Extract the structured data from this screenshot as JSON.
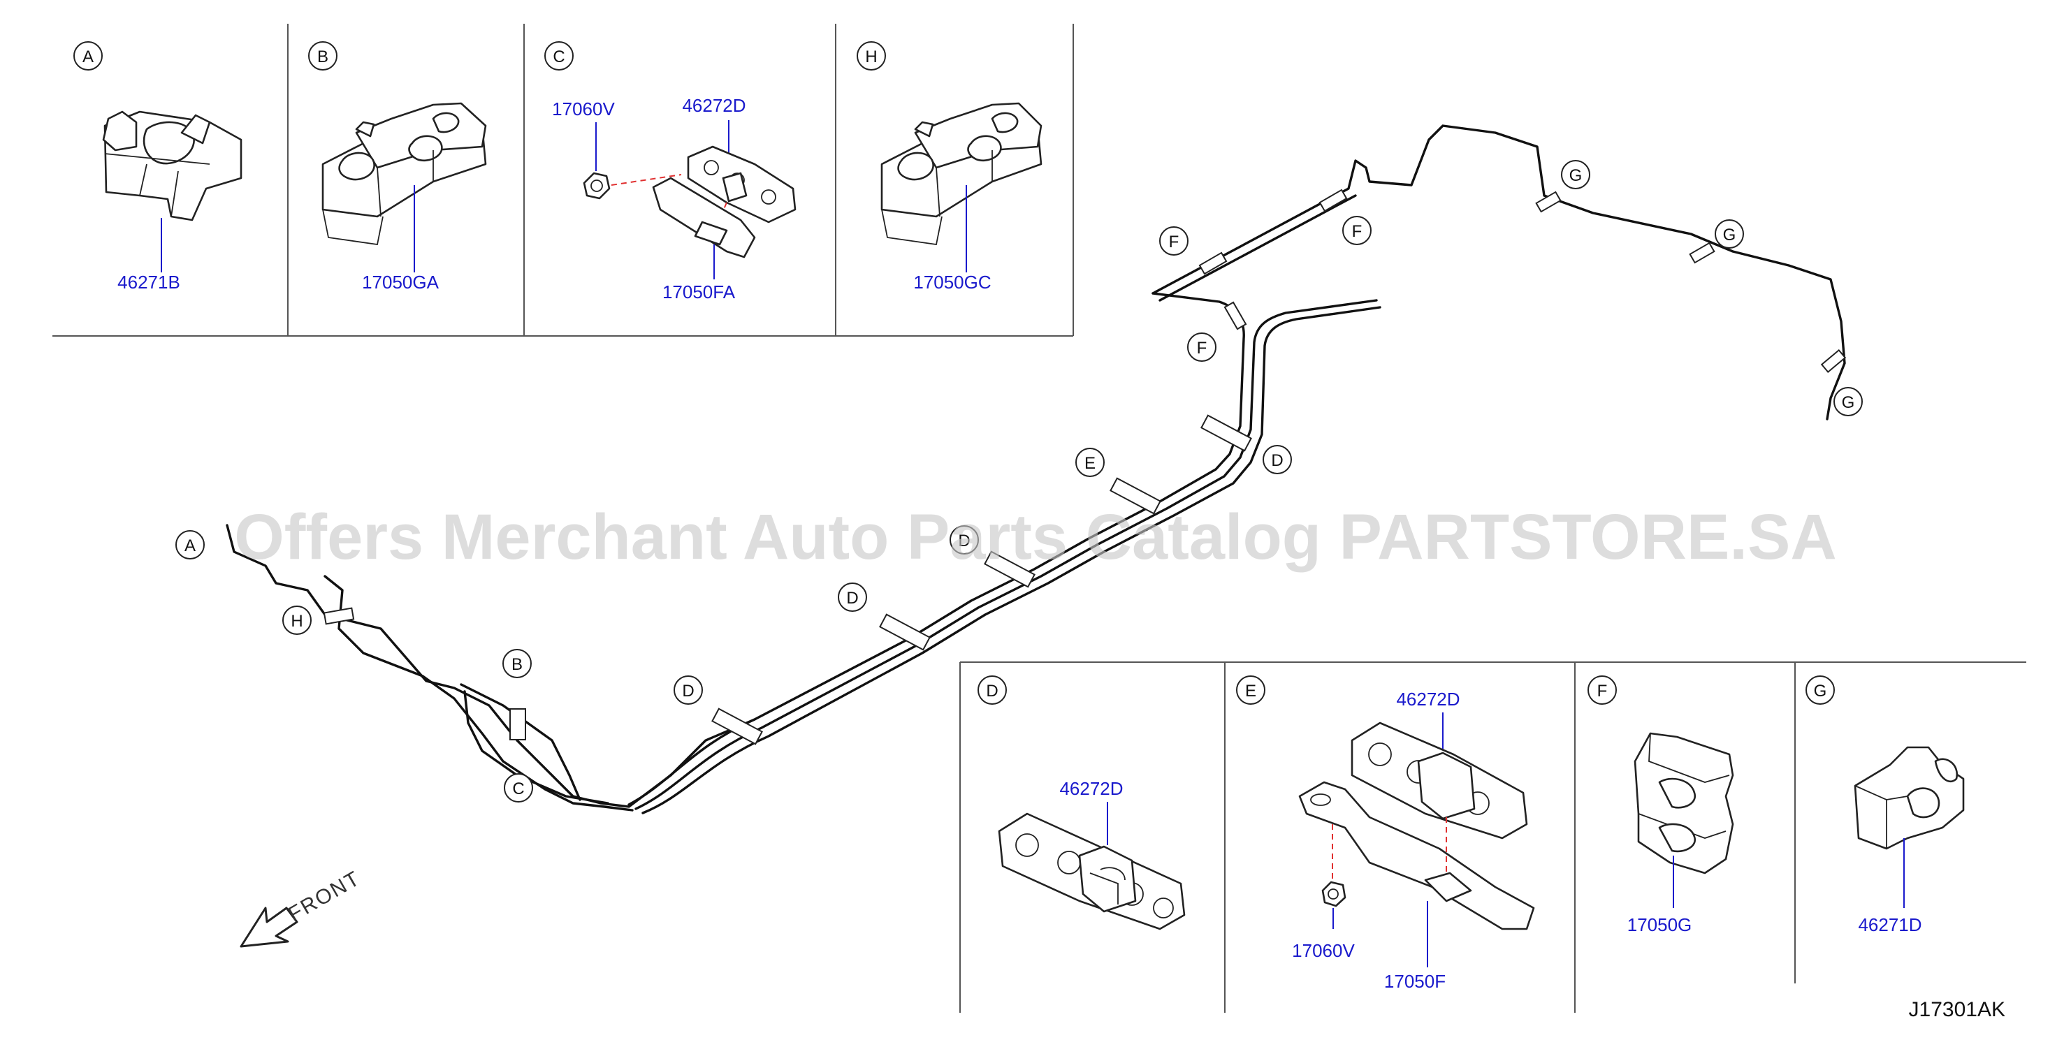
{
  "diagram": {
    "watermark": "Offers Merchant Auto Parts Catalog PARTSTORE.SA",
    "reference_code": "J17301AK",
    "front_label": "FRONT",
    "top_panels": [
      {
        "letter": "A",
        "part_numbers": [
          "46271B"
        ]
      },
      {
        "letter": "B",
        "part_numbers": [
          "17050GA"
        ]
      },
      {
        "letter": "C",
        "part_numbers": [
          "17060V",
          "46272D",
          "17050FA"
        ]
      },
      {
        "letter": "H",
        "part_numbers": [
          "17050GC"
        ]
      }
    ],
    "bottom_panels": [
      {
        "letter": "D",
        "part_numbers": [
          "46272D"
        ]
      },
      {
        "letter": "E",
        "part_numbers": [
          "46272D",
          "17060V",
          "17050F"
        ]
      },
      {
        "letter": "F",
        "part_numbers": [
          "17050G"
        ]
      },
      {
        "letter": "G",
        "part_numbers": [
          "46271D"
        ]
      }
    ],
    "callouts": [
      "A",
      "H",
      "B",
      "C",
      "D",
      "D",
      "D",
      "E",
      "D",
      "F",
      "F",
      "F",
      "G",
      "G",
      "G"
    ]
  }
}
